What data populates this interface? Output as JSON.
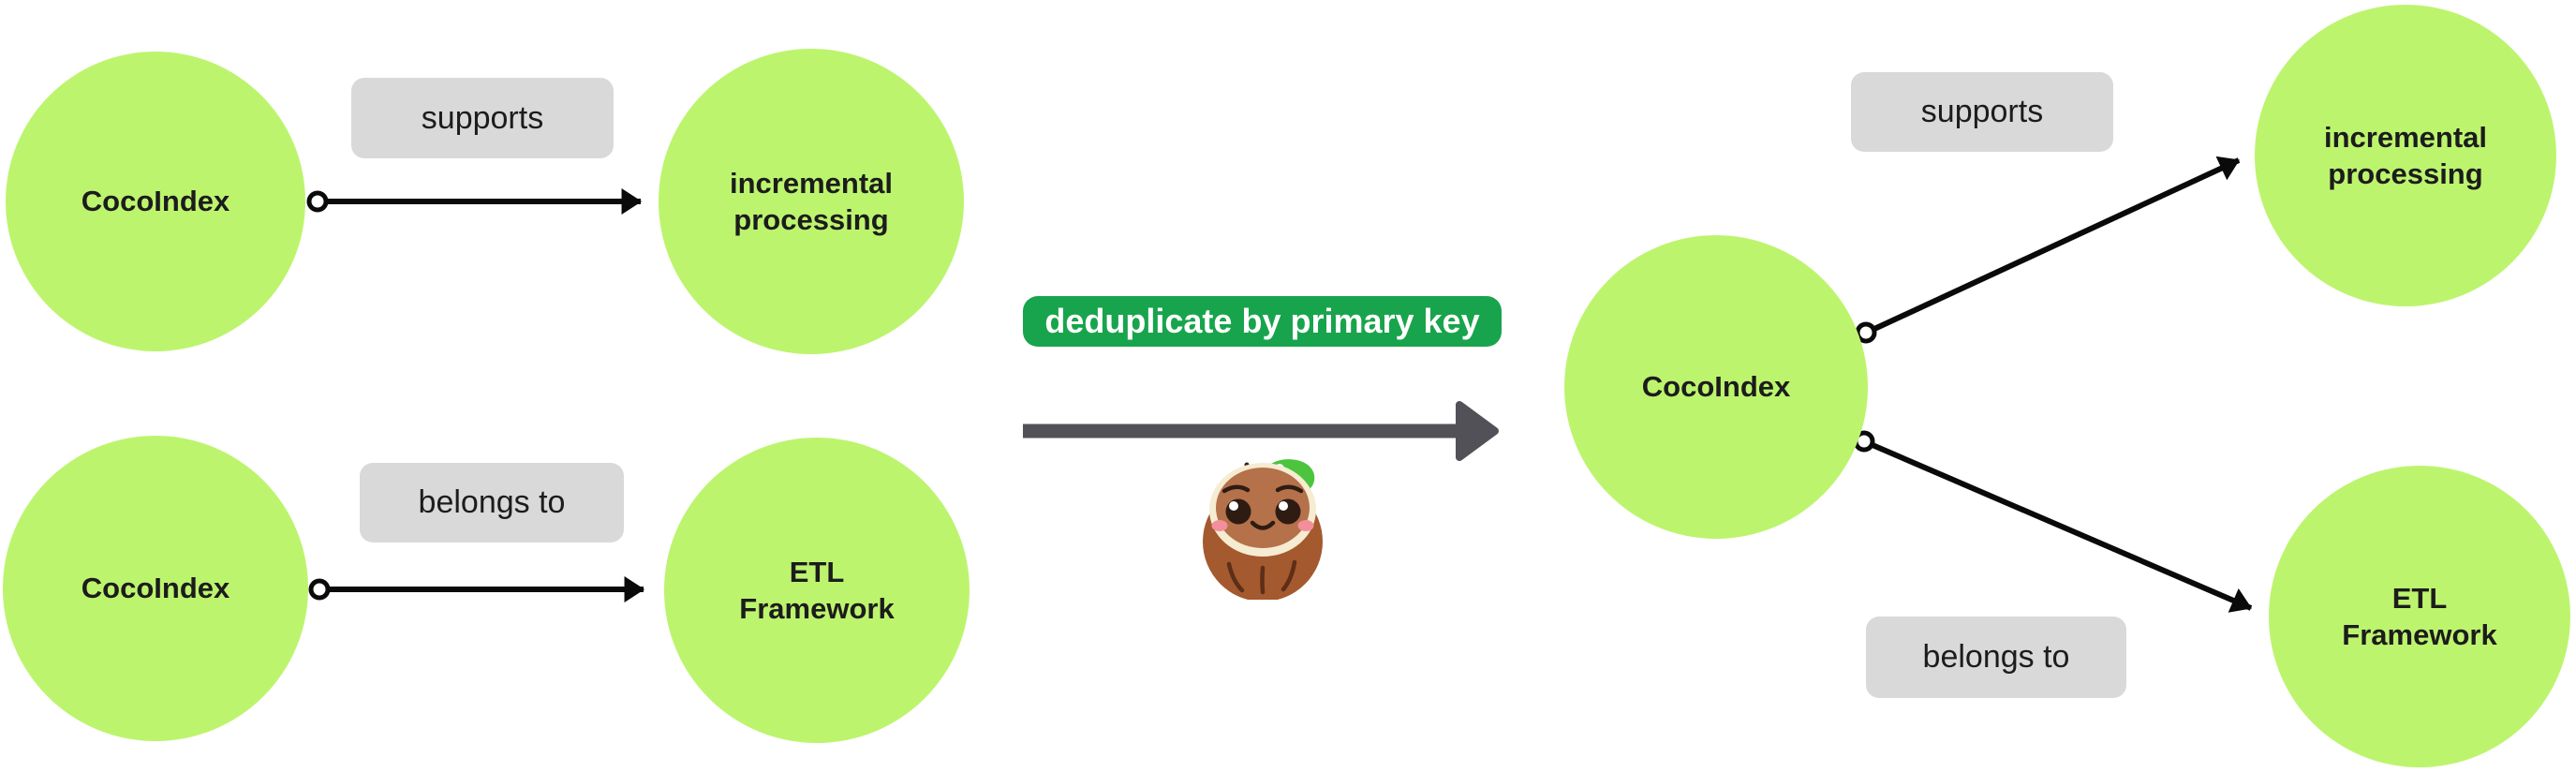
{
  "colors": {
    "node_fill": "#bdf46e",
    "edge_label_bg": "#d9d9d9",
    "text_dark": "#1c1c1c",
    "transform_badge_bg": "#18a44c",
    "transform_badge_text": "#ffffff",
    "arrow_black": "#0a0a0a",
    "big_arrow_gray": "#515157"
  },
  "left_graph": {
    "pairs": [
      {
        "source": "CocoIndex",
        "relation": "supports",
        "target": "incremental processing"
      },
      {
        "source": "CocoIndex",
        "relation": "belongs to",
        "target": "ETL Framework"
      }
    ]
  },
  "transform": {
    "label": "deduplicate by primary key"
  },
  "right_graph": {
    "source": "CocoIndex",
    "edges": [
      {
        "relation": "supports",
        "target": "incremental processing"
      },
      {
        "relation": "belongs to",
        "target": "ETL Framework"
      }
    ]
  },
  "icons": {
    "mascot": "coconut-mascot"
  }
}
